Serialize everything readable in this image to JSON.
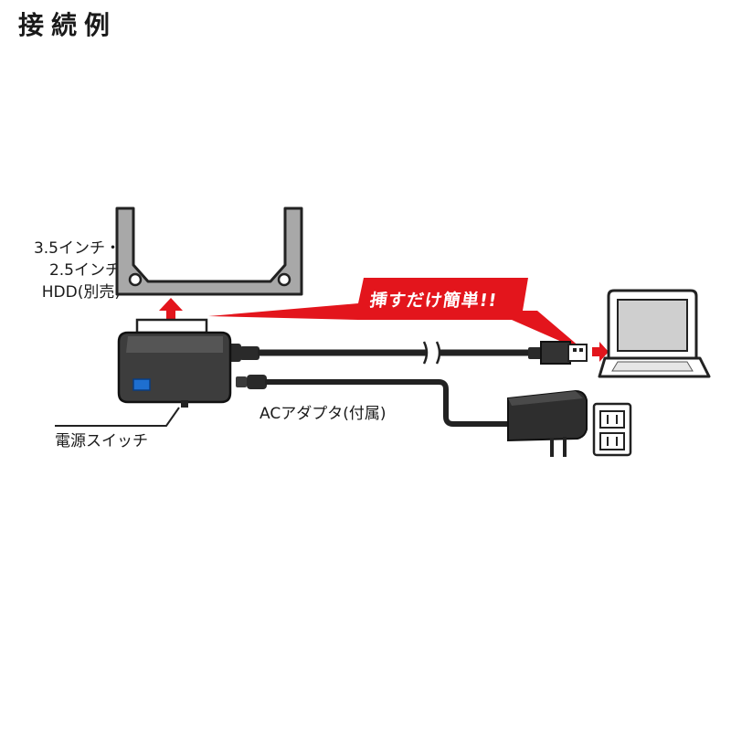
{
  "title": "接続例",
  "hdd_label": [
    "3.5インチ・",
    "2.5インチ",
    "HDD(別売)"
  ],
  "callout": "挿すだけ簡単!!",
  "power_switch_label": "電源スイッチ",
  "ac_adapter_label": "ACアダプタ(付属)",
  "colors": {
    "accent_red": "#e3151c",
    "device_dark": "#3a3a3a",
    "hdd_gray": "#9a9a9a"
  }
}
